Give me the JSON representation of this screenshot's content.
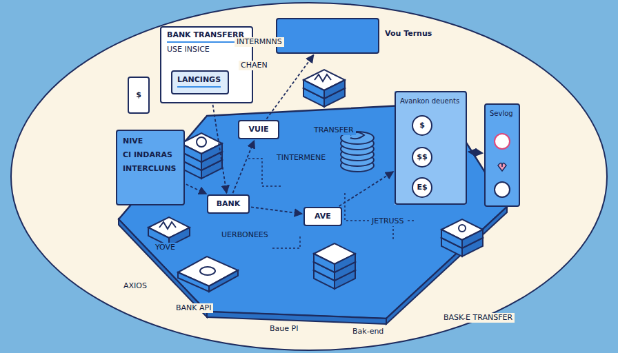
{
  "diagram": {
    "nodes": [
      {
        "text": [
          "BANK TRANSFERR",
          "USE INSICE"
        ]
      },
      {
        "text": [
          "LANCINGS"
        ],
        "in": 0
      },
      {
        "text": [
          "Vou Ternus"
        ]
      },
      {
        "text": [
          "NIVE",
          "CI INDARAS",
          "INTERCLUNS"
        ]
      },
      {
        "text": [
          "VUIE"
        ]
      },
      {
        "text": [
          "BANK"
        ]
      },
      {
        "text": [
          "AVE"
        ]
      },
      {
        "text": [
          "Avankon deuents"
        ]
      },
      {
        "text": [
          "Sevlog"
        ]
      }
    ],
    "edges": [
      {
        "from": 0,
        "to": 5,
        "arrow": "to"
      },
      {
        "from": 5,
        "to": 4,
        "arrow": "to"
      },
      {
        "from": 3,
        "to": 5,
        "arrow": "to"
      },
      {
        "from": 5,
        "to": 6,
        "arrow": "to"
      },
      {
        "from": 6,
        "to": 7,
        "arrow": "to"
      },
      {
        "from": 4,
        "to": 2,
        "arrow": "to"
      },
      {
        "from": 7,
        "to": 8,
        "arrow": "both"
      }
    ],
    "labels": [
      "INTERMNNS",
      "CHAEN",
      "TRANSFER",
      "TINTERMENE",
      "UERBONEES",
      "JETRUSS",
      "YOVE",
      "AXIOS",
      "BANK API",
      "Baue PI",
      "Bak-end",
      "BASK-E TRANSFER",
      "$",
      "$$",
      "E$",
      "$"
    ]
  }
}
